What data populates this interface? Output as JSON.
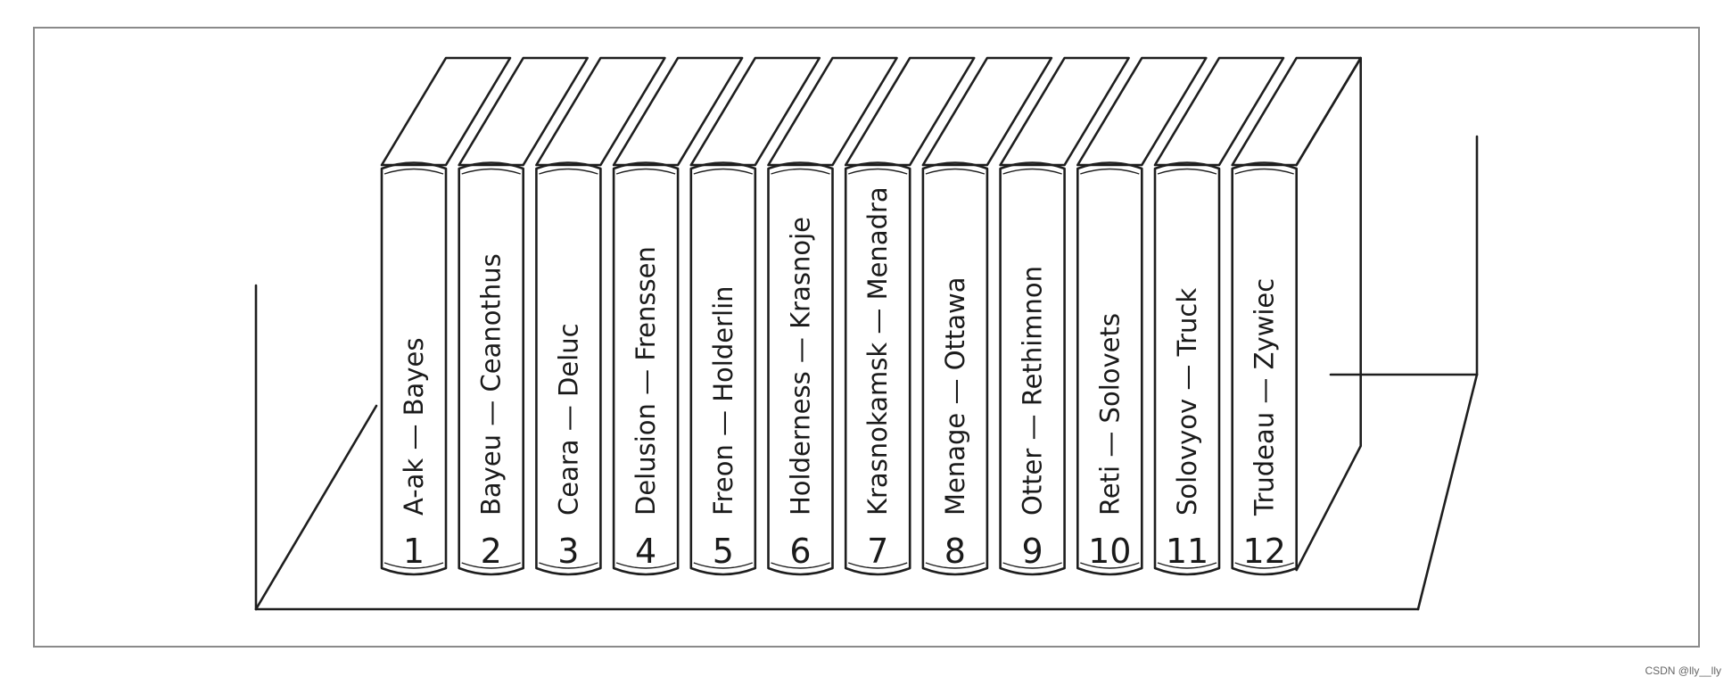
{
  "books": [
    {
      "volume": "1",
      "range": "A-ak — Bayes"
    },
    {
      "volume": "2",
      "range": "Bayeu — Ceanothus"
    },
    {
      "volume": "3",
      "range": "Ceara — Deluc"
    },
    {
      "volume": "4",
      "range": "Delusion — Frenssen"
    },
    {
      "volume": "5",
      "range": "Freon — Holderlin"
    },
    {
      "volume": "6",
      "range": "Holderness — Krasnoje"
    },
    {
      "volume": "7",
      "range": "Krasnokamsk — Menadra"
    },
    {
      "volume": "8",
      "range": "Menage — Ottawa"
    },
    {
      "volume": "9",
      "range": "Otter — Rethimnon"
    },
    {
      "volume": "10",
      "range": "Reti — Solovets"
    },
    {
      "volume": "11",
      "range": "Solovyov — Truck"
    },
    {
      "volume": "12",
      "range": "Trudeau — Zywiec"
    }
  ],
  "watermark": "CSDN @lly__lly",
  "colors": {
    "line": "#1e1e1e",
    "background": "#ffffff",
    "frame": "#8a8a8a"
  }
}
